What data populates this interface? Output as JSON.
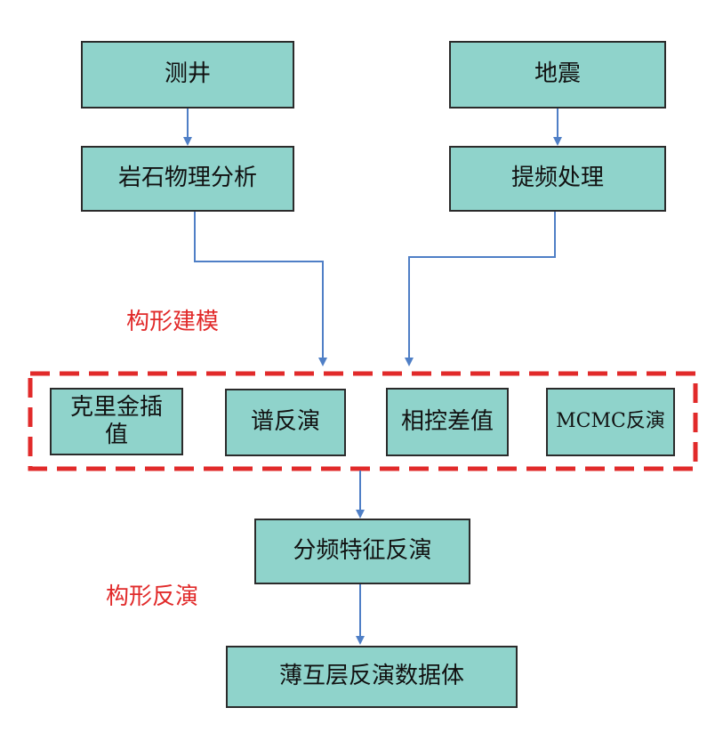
{
  "colors": {
    "box_fill": "#8fd3cb",
    "box_border": "#2b2b2b",
    "arrow": "#4f7fc6",
    "dashed_frame": "#e12a2a",
    "label_text": "#e12a2a"
  },
  "nodes": {
    "well_logging": "测井",
    "seismic": "地震",
    "rock_physics": "岩石物理分析",
    "frequency_processing": "提频处理",
    "kriging": "克里金插值",
    "spectral_inversion": "谱反演",
    "facies_interpolation": "相控差值",
    "mcmc_inversion": "MCMC反演",
    "frequency_feature_inversion": "分频特征反演",
    "thin_layer_volume": "薄互层反演数据体"
  },
  "labels": {
    "structure_modeling": "构形建模",
    "structure_inversion": "构形反演"
  }
}
